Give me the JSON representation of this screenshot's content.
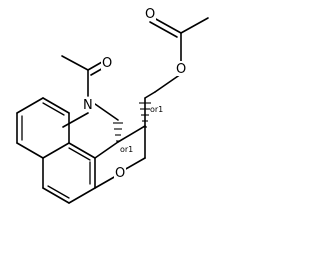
{
  "molecule": {
    "atoms": {
      "o_carbonyl_ester": "O",
      "o_ester": "O",
      "o_carbonyl_amide": "O",
      "n_amide": "N",
      "o_ring": "O"
    },
    "stereo_labels": {
      "c1": "or1",
      "c2": "or1"
    }
  }
}
